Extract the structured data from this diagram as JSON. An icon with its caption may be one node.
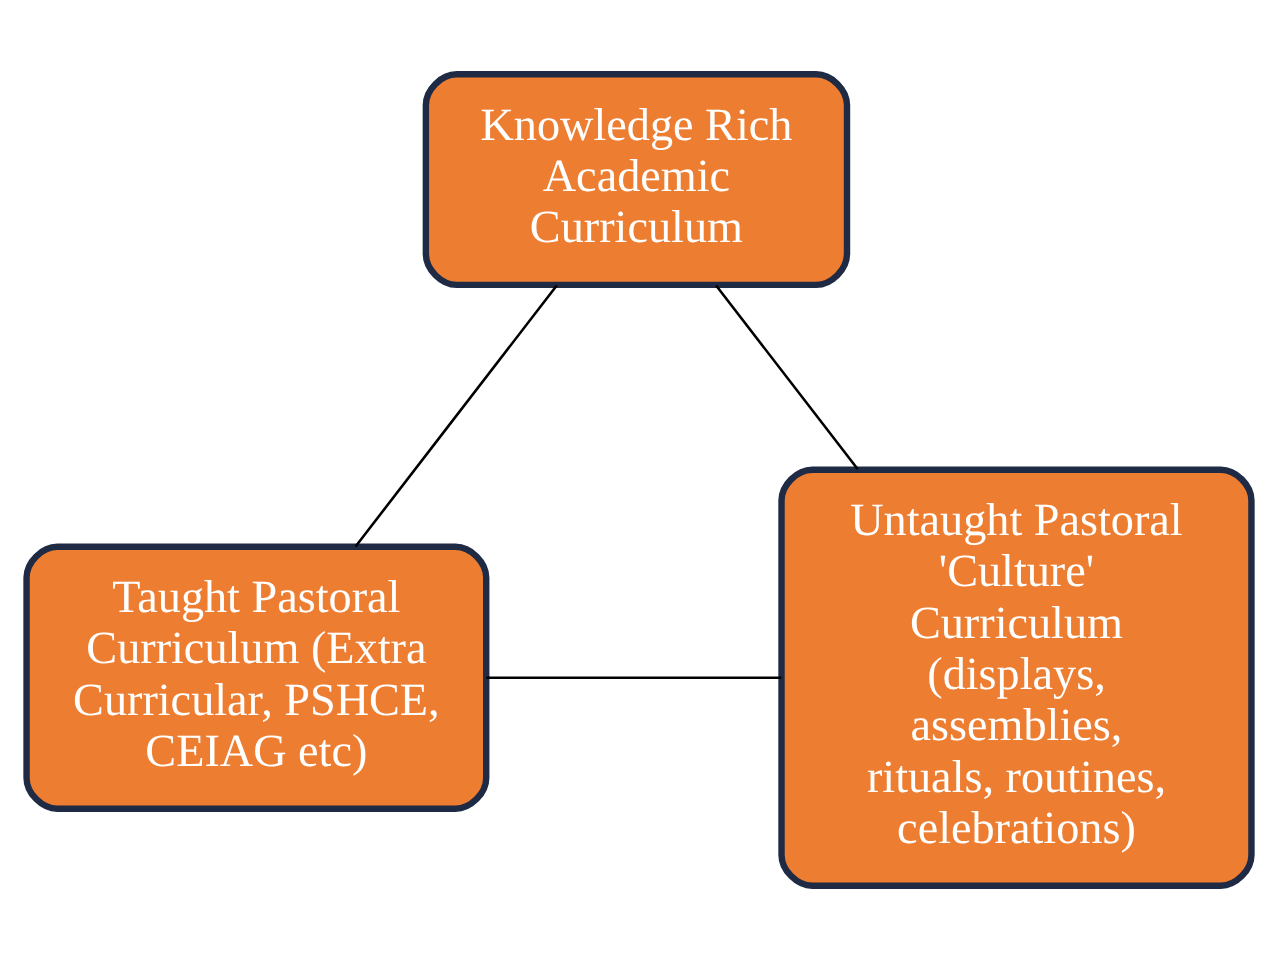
{
  "diagram": {
    "nodes": [
      {
        "text": [
          "Knowledge Rich Academic Curriculum"
        ]
      },
      {
        "text": [
          "Taught Pastoral Curriculum (Extra Curricular, PSHCE, CEIAG etc)"
        ]
      },
      {
        "text": [
          "Untaught Pastoral 'Culture' Curriculum (displays, assemblies, rituals, routines, celebrations)"
        ]
      }
    ],
    "edges": [
      {
        "from": 0,
        "to": 1,
        "arrow": "none"
      },
      {
        "from": 0,
        "to": 2,
        "arrow": "none"
      },
      {
        "from": 1,
        "to": 2,
        "arrow": "none"
      }
    ]
  }
}
